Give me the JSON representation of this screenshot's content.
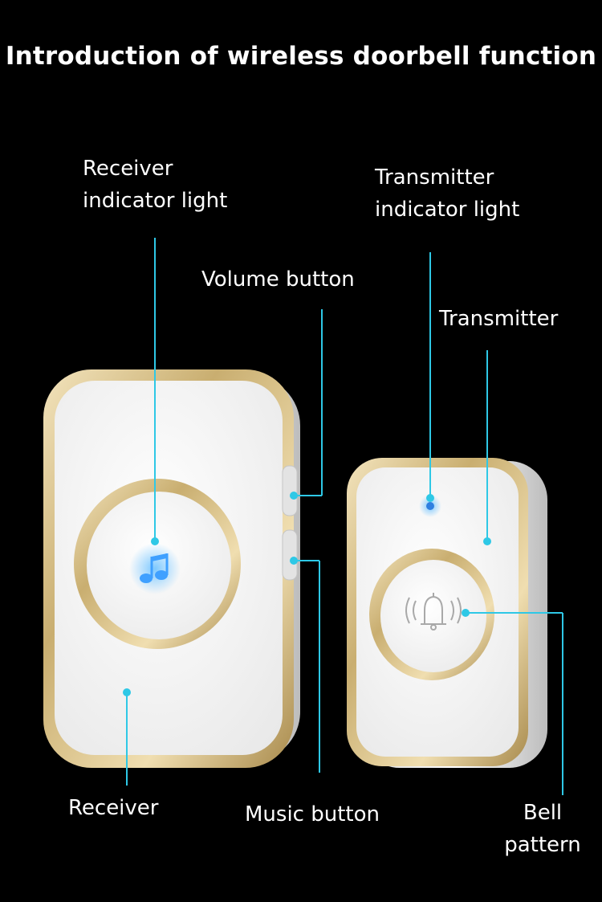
{
  "title": "Introduction of wireless doorbell function",
  "labels": {
    "receiver_indicator_light": "Receiver\nindicator  light",
    "transmitter_indicator_light": "Transmitter\nindicator light",
    "volume_button": "Volume button",
    "transmitter": "Transmitter",
    "receiver": "Receiver",
    "music_button": "Music button",
    "bell_pattern": "Bell\npattern"
  },
  "colors": {
    "background": "#000000",
    "callout_line": "#2ec8e6",
    "gold_trim": "#c8b27a",
    "device_body": "#f4f4f4",
    "indicator_blue": "#3fa0ff"
  },
  "icons": {
    "receiver_indicator": "music-note-icon",
    "transmitter_button": "bell-icon"
  }
}
